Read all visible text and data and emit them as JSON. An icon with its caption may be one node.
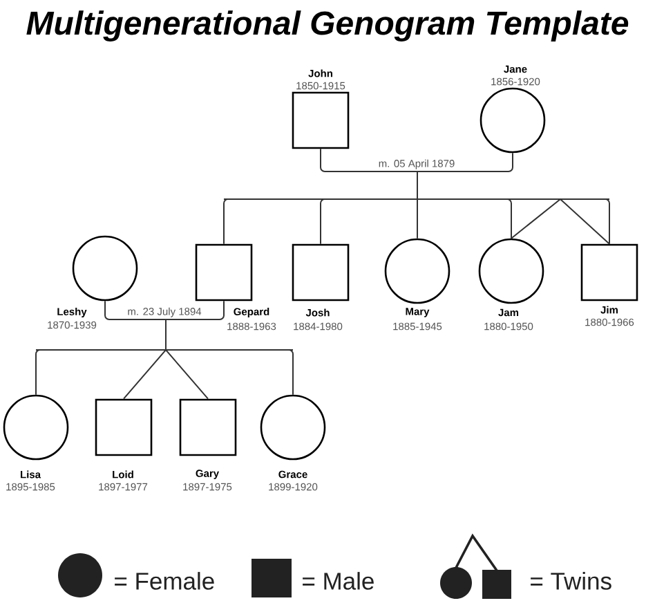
{
  "diagram": {
    "title": "Multigenerational Genogram Template",
    "nodes": [
      {
        "text": [
          "John",
          "1850-1915"
        ]
      },
      {
        "text": [
          "Jane",
          "1856-1920"
        ]
      },
      {
        "text": [
          "Leshy",
          "1870-1939"
        ]
      },
      {
        "text": [
          "Gepard",
          "1888-1963"
        ]
      },
      {
        "text": [
          "Josh",
          "1884-1980"
        ]
      },
      {
        "text": [
          "Mary",
          "1885-1945"
        ]
      },
      {
        "text": [
          "Jam",
          "1880-1950"
        ]
      },
      {
        "text": [
          "Jim",
          "1880-1966"
        ]
      },
      {
        "text": [
          "Lisa",
          "1895-1985"
        ]
      },
      {
        "text": [
          "Loid",
          "1897-1977"
        ]
      },
      {
        "text": [
          "Gary",
          "1897-1975"
        ]
      },
      {
        "text": [
          "Grace",
          "1899-1920"
        ]
      }
    ],
    "edges": [
      {
        "from": 0,
        "to": 1,
        "arrow": "none",
        "label": "m. 05 April 1879"
      },
      {
        "from": 0,
        "to": 3,
        "arrow": "none"
      },
      {
        "from": 0,
        "to": 4,
        "arrow": "none"
      },
      {
        "from": 0,
        "to": 5,
        "arrow": "none"
      },
      {
        "from": 0,
        "to": 6,
        "arrow": "none"
      },
      {
        "from": 0,
        "to": 7,
        "arrow": "none"
      },
      {
        "from": 1,
        "to": 3,
        "arrow": "none"
      },
      {
        "from": 1,
        "to": 4,
        "arrow": "none"
      },
      {
        "from": 1,
        "to": 5,
        "arrow": "none"
      },
      {
        "from": 1,
        "to": 6,
        "arrow": "none"
      },
      {
        "from": 1,
        "to": 7,
        "arrow": "none"
      },
      {
        "from": 6,
        "to": 7,
        "arrow": "none"
      },
      {
        "from": 2,
        "to": 3,
        "arrow": "none",
        "label": "m. 23 July 1894"
      },
      {
        "from": 2,
        "to": 8,
        "arrow": "none"
      },
      {
        "from": 2,
        "to": 9,
        "arrow": "none"
      },
      {
        "from": 2,
        "to": 10,
        "arrow": "none"
      },
      {
        "from": 2,
        "to": 11,
        "arrow": "none"
      },
      {
        "from": 3,
        "to": 8,
        "arrow": "none"
      },
      {
        "from": 3,
        "to": 9,
        "arrow": "none"
      },
      {
        "from": 3,
        "to": 10,
        "arrow": "none"
      },
      {
        "from": 3,
        "to": 11,
        "arrow": "none"
      },
      {
        "from": 9,
        "to": 10,
        "arrow": "none"
      }
    ],
    "legend": [
      {
        "text": "= Female"
      },
      {
        "text": "= Male"
      },
      {
        "text": "= Twins"
      }
    ]
  }
}
